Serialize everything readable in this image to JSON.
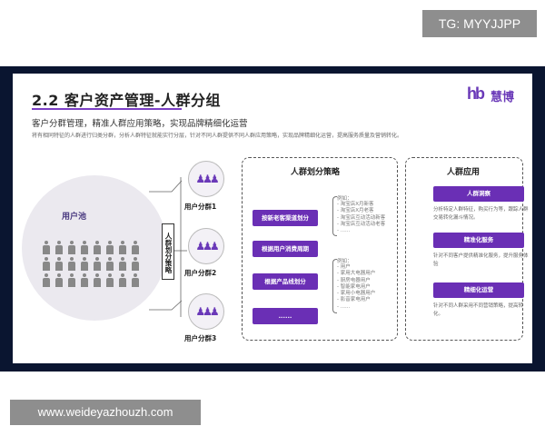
{
  "watermark_top": "TG: MYYJJPP",
  "watermark_bottom": "www.weideyazhouzh.com",
  "header": {
    "title": "2.2 客户资产管理-人群分组",
    "subtitle": "客户分群管理，精准人群应用策略，实现品牌精细化运营",
    "description": "将有相同特征的人群进行归类分群，分析人群特征就能实行分层，针对不同人群提供不同人群应用策略，实现品牌精细化运营，提高服务质量及营销转化。",
    "logo_text": "慧博",
    "logo_mark": "hb"
  },
  "user_pool": {
    "label": "用户池",
    "person_count": 24,
    "split_label": "人群划分策略"
  },
  "groups": [
    {
      "label": "用户分群1"
    },
    {
      "label": "用户分群2"
    },
    {
      "label": "用户分群3"
    }
  ],
  "strategy_panel": {
    "title": "人群划分策略",
    "buttons": [
      "按新老客渠道划分",
      "根据用户消费周期",
      "根据产品线划分",
      "......"
    ],
    "example1": {
      "title": "例如：",
      "items": [
        "淘宝店X月新客",
        "淘宝店X月老客",
        "淘宝店互动活动新客",
        "淘宝店互动活动老客",
        "......"
      ]
    },
    "example2": {
      "title": "例如：",
      "items": [
        "用户",
        "家用大电器用户",
        "厨房电器用户",
        "智能家电用户",
        "家用小电器用户",
        "影音家电用户",
        "......"
      ]
    }
  },
  "application_panel": {
    "title": "人群应用",
    "items": [
      {
        "label": "人群洞察",
        "text": "分析特定人群特征，购买行为等，跟踪人群交易转化漏斗情况。"
      },
      {
        "label": "精准化服务",
        "text": "针对不同客户提供精准化服务，提升服务体验"
      },
      {
        "label": "精细化运营",
        "text": "针对不同人群采用不同营销策略，提高转化。"
      }
    ]
  },
  "colors": {
    "accent": "#6a2fb5",
    "frame": "#0a1530",
    "pool": "#ebe9ef",
    "watermark": "#8e8e8e"
  }
}
